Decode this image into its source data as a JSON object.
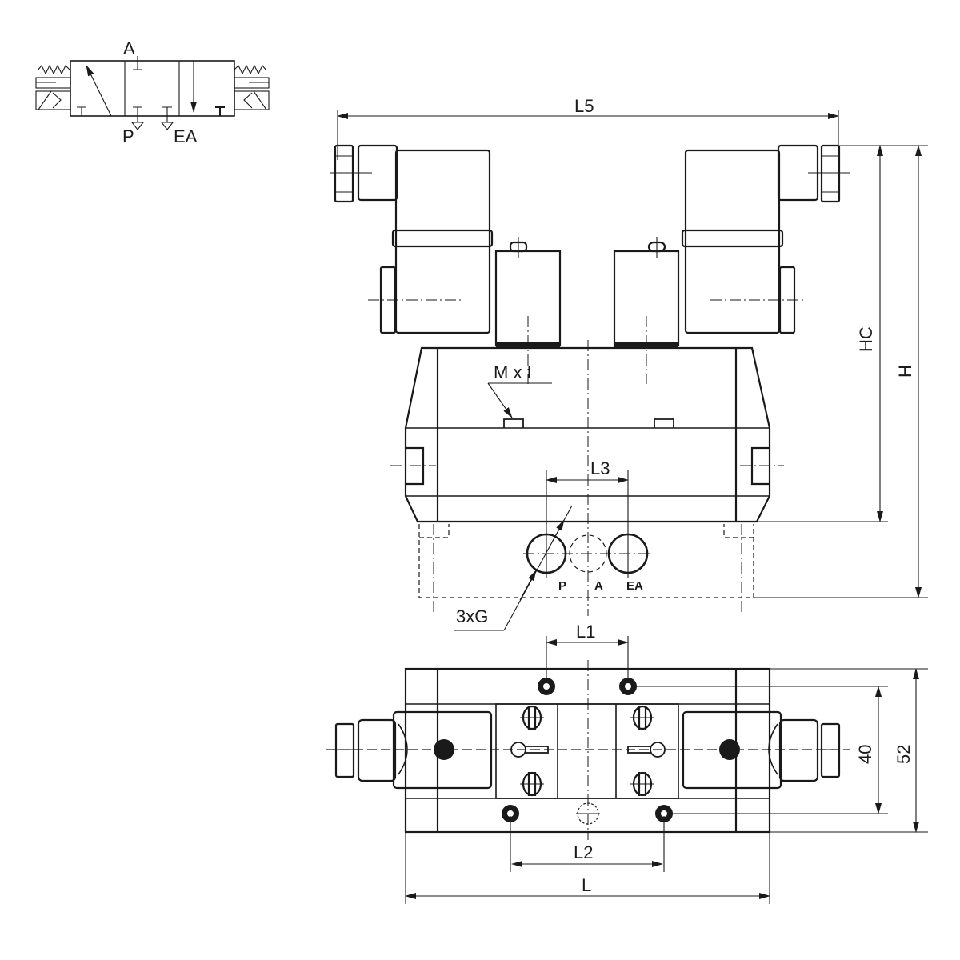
{
  "symbol": {
    "port_a": "A",
    "port_p": "P",
    "port_ea": "EA"
  },
  "front_view": {
    "dim_l5": "L5",
    "dim_hc": "HC",
    "dim_h": "H",
    "thread_label": "M x I",
    "dim_l3": "L3",
    "ports_label": "3xG",
    "ports": [
      "P",
      "A",
      "EA"
    ]
  },
  "bottom_view": {
    "dim_l1": "L1",
    "dim_l2": "L2",
    "dim_l": "L",
    "dim_40": "40",
    "dim_52": "52"
  },
  "colors": {
    "line": "#1a1a1a",
    "background": "#ffffff"
  }
}
